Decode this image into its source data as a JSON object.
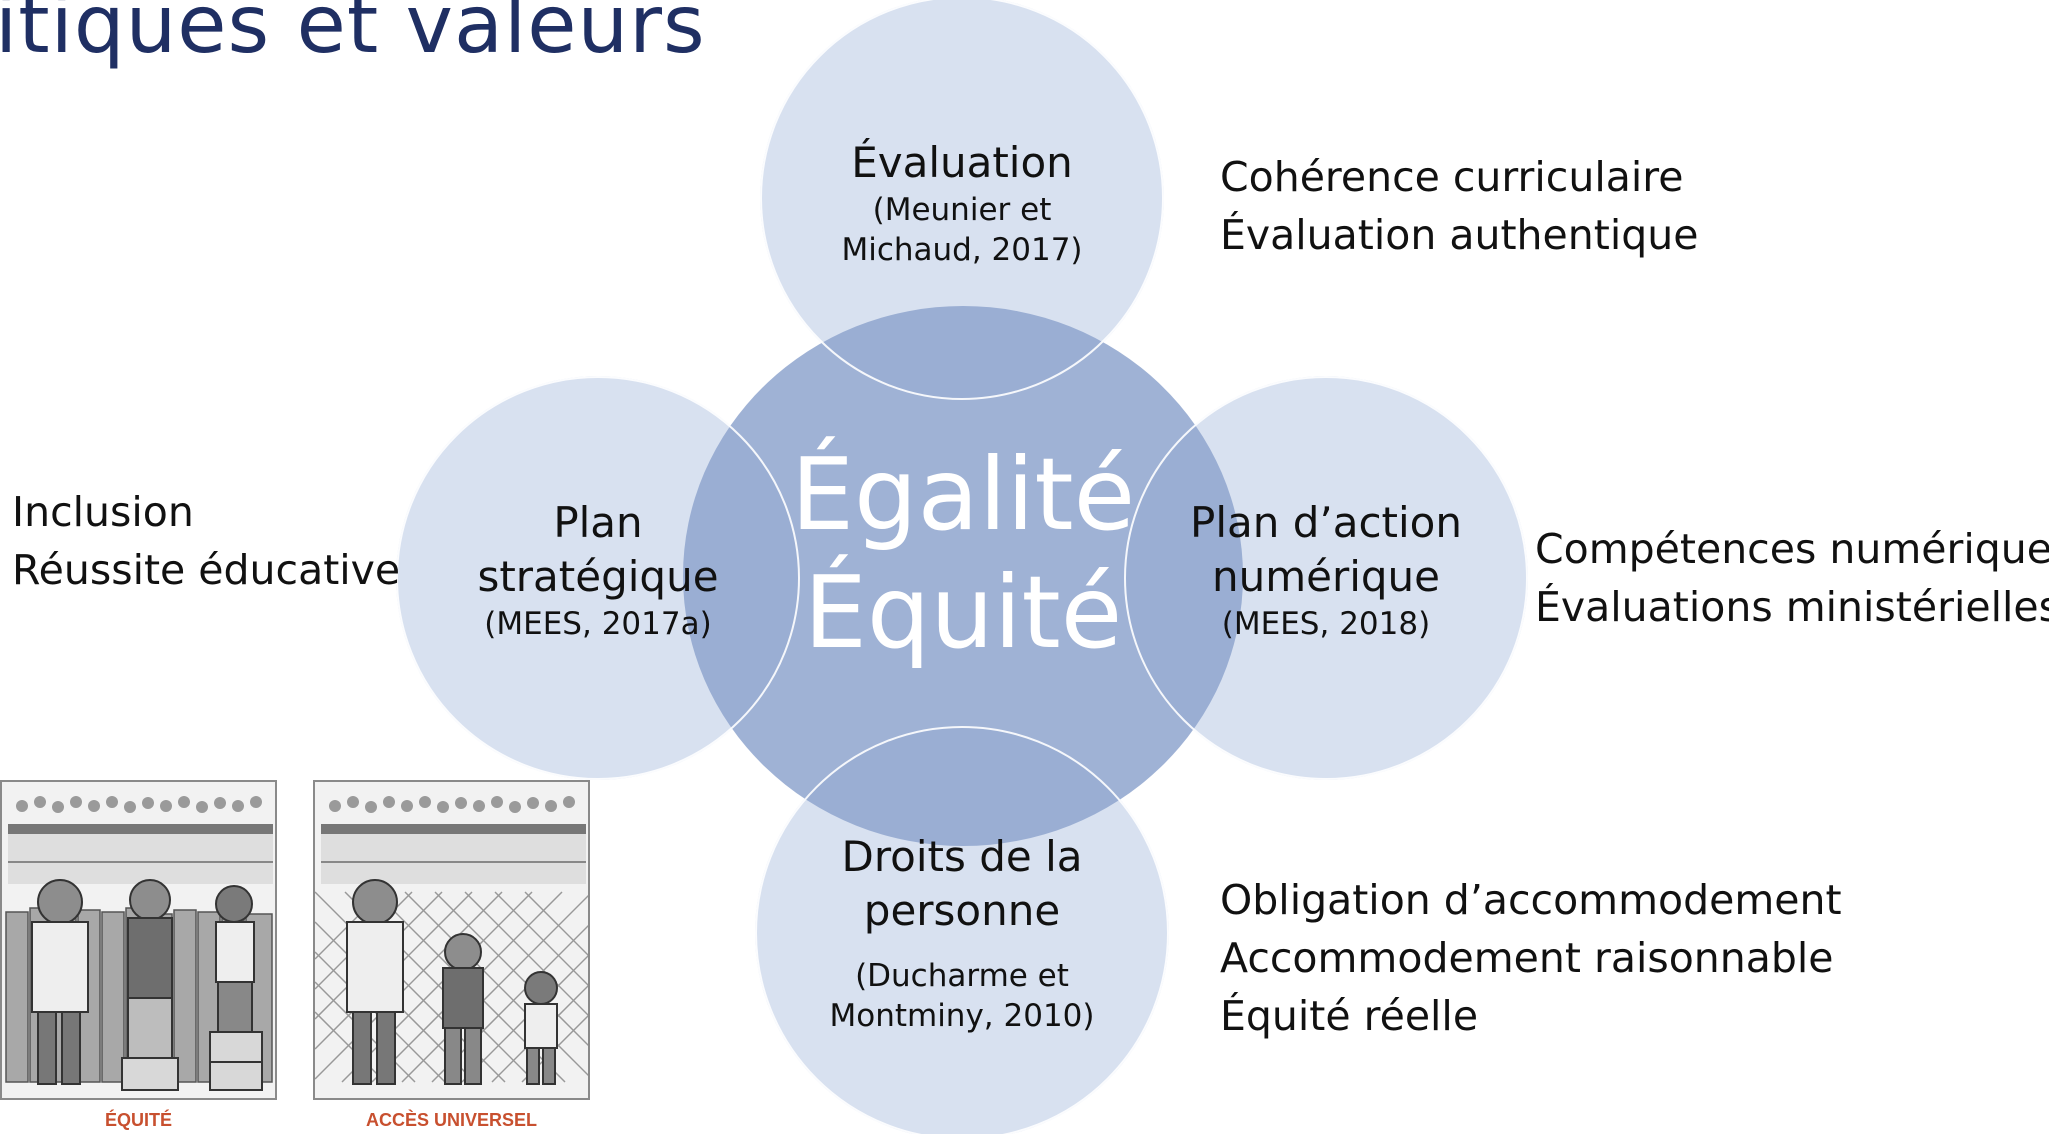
{
  "title": "itiques et valeurs",
  "center": {
    "line1": "Égalité",
    "line2": "Équité"
  },
  "circles": {
    "top": {
      "title": "Évaluation",
      "citation_line1": "(Meunier et",
      "citation_line2": "Michaud, 2017)"
    },
    "left": {
      "title_line1": "Plan",
      "title_line2": "stratégique",
      "citation": "(MEES, 2017a)"
    },
    "right": {
      "title_line1": "Plan d’action",
      "title_line2": "numérique",
      "citation": "(MEES, 2018)"
    },
    "bottom": {
      "title_line1": "Droits de la",
      "title_line2": "personne",
      "citation_line1": "(Ducharme et",
      "citation_line2": "Montminy, 2010)"
    }
  },
  "side_texts": {
    "top_right": [
      "Cohérence curriculaire",
      "Évaluation authentique"
    ],
    "left": [
      "Inclusion",
      "Réussite éducative"
    ],
    "right": [
      "Compétences numériques",
      "Évaluations ministérielles"
    ],
    "bottom_right": [
      "Obligation d’accommodement",
      "Accommodement raisonnable",
      "Équité réelle"
    ]
  },
  "illustrations": {
    "left_caption": "ÉQUITÉ",
    "right_caption": "ACCÈS UNIVERSEL"
  },
  "colors": {
    "title": "#1f2f63",
    "satellite_circle": "#cdd8ec",
    "center_circle": "#8fa5ce",
    "caption": "#c8502f"
  }
}
